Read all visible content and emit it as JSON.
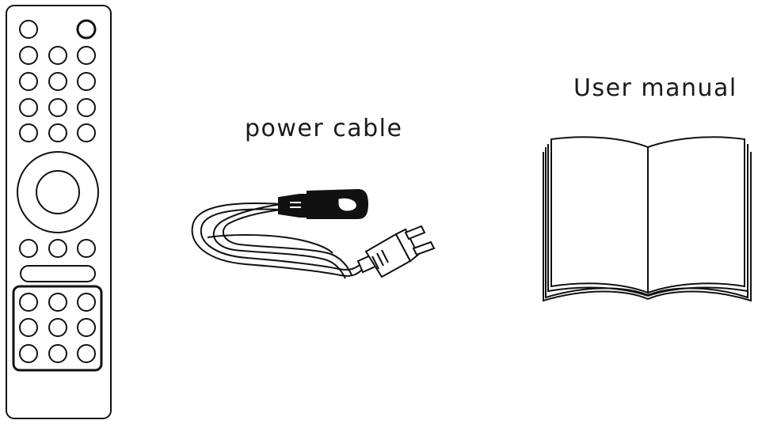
{
  "labels": {
    "power_cable": "power cable",
    "user_manual": "User manual"
  },
  "items": [
    "remote-control",
    "power-cable",
    "user-manual"
  ],
  "colors": {
    "line": "#111111",
    "background": "#ffffff",
    "plug_fill": "#111111"
  }
}
